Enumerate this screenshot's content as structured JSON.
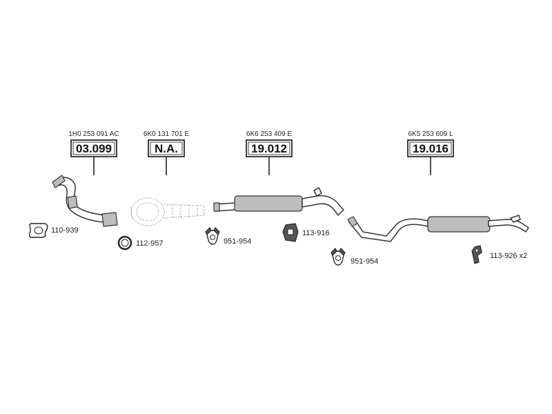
{
  "assemblies": [
    {
      "oe_number": "1H0 253 091 AC",
      "code": "03.099"
    },
    {
      "oe_number": "6K0 131 701 E",
      "code": "N.A."
    },
    {
      "oe_number": "6K6 253 409 E",
      "code": "19.012"
    },
    {
      "oe_number": "6K5 253 609 L",
      "code": "19.016"
    }
  ],
  "parts": [
    {
      "label": "110-939",
      "icon": "gasket-icon"
    },
    {
      "label": "112-957",
      "icon": "ring-gasket-icon"
    },
    {
      "label": "951-954",
      "icon": "pipe-clamp-icon"
    },
    {
      "label": "113-916",
      "icon": "rubber-mount-icon"
    },
    {
      "label": "951-954",
      "icon": "pipe-clamp-icon"
    },
    {
      "label": "113-926 x2",
      "icon": "hanger-icon"
    }
  ]
}
